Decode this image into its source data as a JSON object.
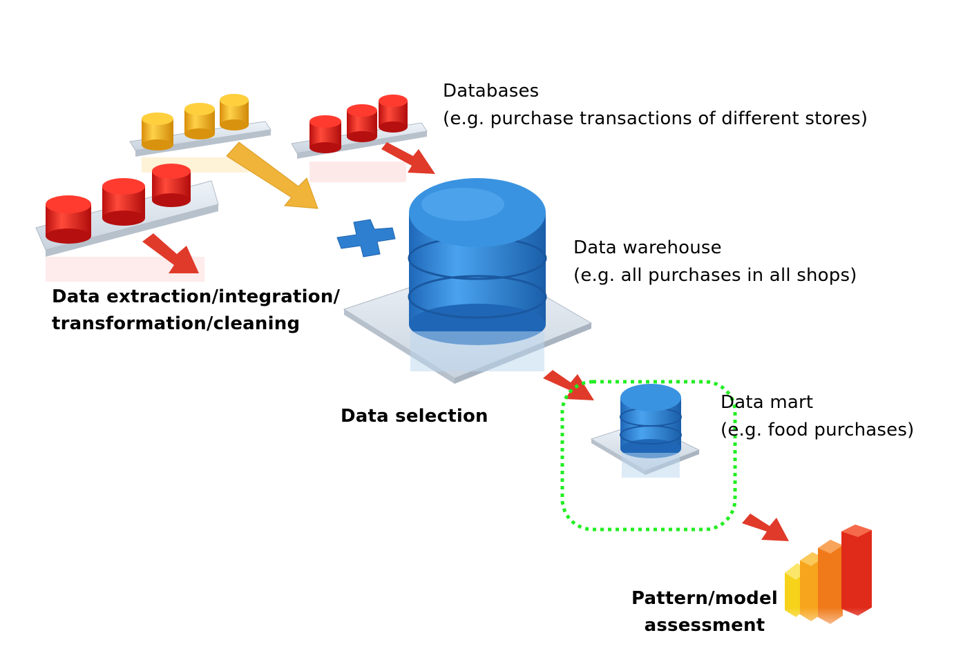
{
  "labels": {
    "databases": {
      "line1": "Databases",
      "line2": "(e.g. purchase transactions of different stores)"
    },
    "extraction": {
      "line1": "Data extraction/integration/",
      "line2": "transformation/cleaning"
    },
    "warehouse": {
      "line1": "Data warehouse",
      "line2": "(e.g. all purchases in all shops)"
    },
    "selection": "Data selection",
    "datamart": {
      "line1": "Data mart",
      "line2": "(e.g. food purchases)"
    },
    "pattern": {
      "line1": "Pattern/model",
      "line2": "assessment"
    }
  },
  "colors": {
    "red_db": "#e02020",
    "yellow_db": "#f2b21a",
    "blue_db": "#2e86d6",
    "arrow_red": "#e03a2a",
    "arrow_yellow": "#f0b43a",
    "plus_blue": "#2e7fd0",
    "highlight_green": "#22ee22",
    "bar_colors": [
      "#f6d21a",
      "#f7a51c",
      "#f07a1a",
      "#e02a1a"
    ]
  },
  "icons": [
    "database-cylinder-icon",
    "arrow-icon",
    "plus-icon",
    "bar-chart-icon"
  ]
}
